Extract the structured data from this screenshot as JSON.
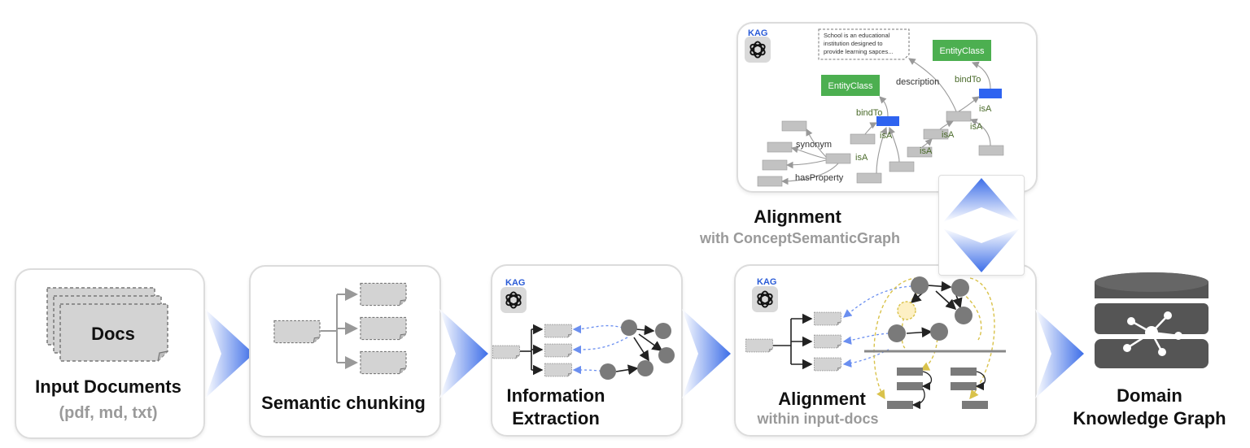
{
  "stages": {
    "input": {
      "title": "Input Documents",
      "subtitle": "(pdf, md, txt)",
      "doc_label": "Docs"
    },
    "chunking": {
      "title": "Semantic chunking"
    },
    "extraction": {
      "title_line1": "Information",
      "title_line2": "Extraction"
    },
    "alignment_docs": {
      "title": "Alignment",
      "subtitle": "within input-docs"
    },
    "alignment_concept": {
      "title": "Alignment",
      "subtitle": "with ConceptSemanticGraph"
    },
    "output": {
      "title_line1": "Domain",
      "title_line2": "Knowledge Graph"
    }
  },
  "concept_graph": {
    "badge": "KAG",
    "note_line1": "School is an educational",
    "note_line2": "institution designed to",
    "note_line3": "provide learning sapces...",
    "entity_class_1": "EntityClass",
    "entity_class_2": "EntityClass",
    "label_description": "description",
    "label_bindto_1": "bindTo",
    "label_bindto_2": "bindTo",
    "label_isa_1": "isA",
    "label_isa_2": "isA",
    "label_isa_3": "isA",
    "label_isa_4": "isA",
    "label_isa_5": "isA",
    "label_isa_6": "isA",
    "label_synonym": "synonym",
    "label_hasproperty": "hasProperty"
  },
  "badges": {
    "extraction": "KAG",
    "alignment": "KAG"
  },
  "colors": {
    "arrow_blue": "#3d6ee8",
    "entity_green": "#4caf50",
    "bind_blue": "#2e63f0",
    "node_gray": "#7a7a7a",
    "dashed_yellow": "#d9c24a"
  }
}
